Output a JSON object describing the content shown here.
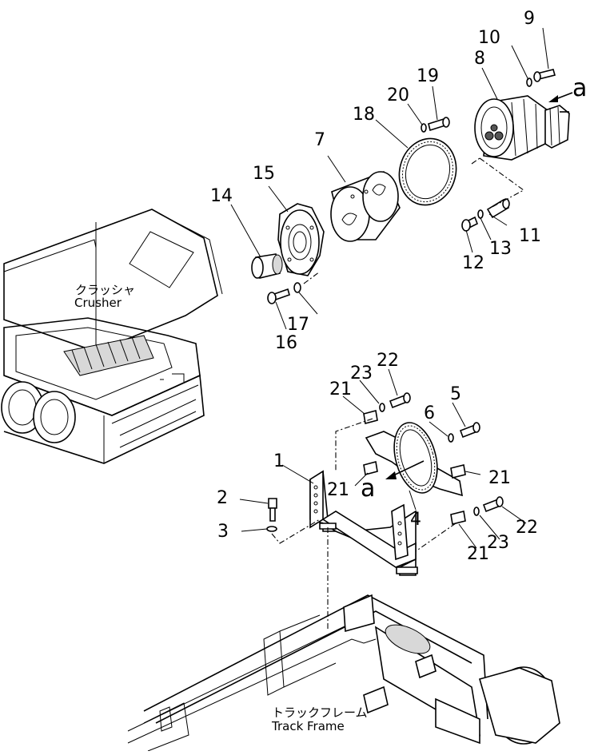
{
  "callouts": {
    "n1": "1",
    "n2": "2",
    "n3": "3",
    "n4": "4",
    "n5": "5",
    "n6": "6",
    "n7": "7",
    "n8": "8",
    "n9": "9",
    "n10": "10",
    "n11": "11",
    "n12": "12",
    "n13": "13",
    "n14": "14",
    "n15": "15",
    "n16": "16",
    "n17": "17",
    "n18": "18",
    "n19": "19",
    "n20": "20",
    "n21a": "21",
    "n21b": "21",
    "n21c": "21",
    "n21d": "21",
    "n22a": "22",
    "n22b": "22",
    "n23a": "23",
    "n23b": "23"
  },
  "view_marks": {
    "a_top": "a",
    "a_bottom": "a"
  },
  "assemblies": {
    "crusher_jp": "クラッシャ",
    "crusher_en": "Crusher",
    "track_frame_jp": "トラックフレーム",
    "track_frame_en": "Track Frame"
  }
}
